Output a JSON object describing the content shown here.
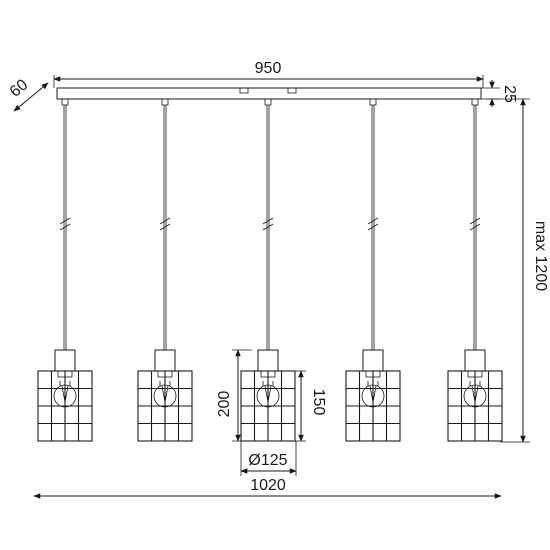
{
  "dimensions": {
    "bar_length": "950",
    "bar_depth": "60",
    "bar_height": "25",
    "max_drop": "max 1200",
    "shade_height": "200",
    "cage_height": "150",
    "shade_diameter": "Ø125",
    "total_length": "1020"
  },
  "pendant_count": 5,
  "colors": {
    "line": "#1a1a1a",
    "background": "#ffffff"
  }
}
